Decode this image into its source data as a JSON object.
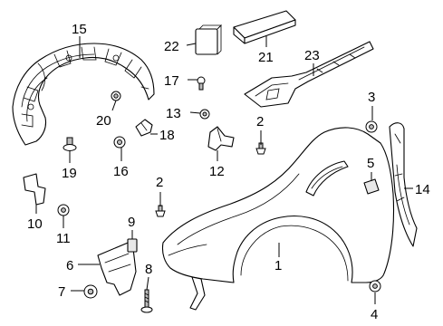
{
  "callouts": {
    "c1": "1",
    "c2a": "2",
    "c2b": "2",
    "c3": "3",
    "c4": "4",
    "c5": "5",
    "c6": "6",
    "c7": "7",
    "c8": "8",
    "c9": "9",
    "c10": "10",
    "c11": "11",
    "c12": "12",
    "c13": "13",
    "c14": "14",
    "c15": "15",
    "c16": "16",
    "c17": "17",
    "c18": "18",
    "c19": "19",
    "c20": "20",
    "c21": "21",
    "c22": "22",
    "c23": "23"
  }
}
